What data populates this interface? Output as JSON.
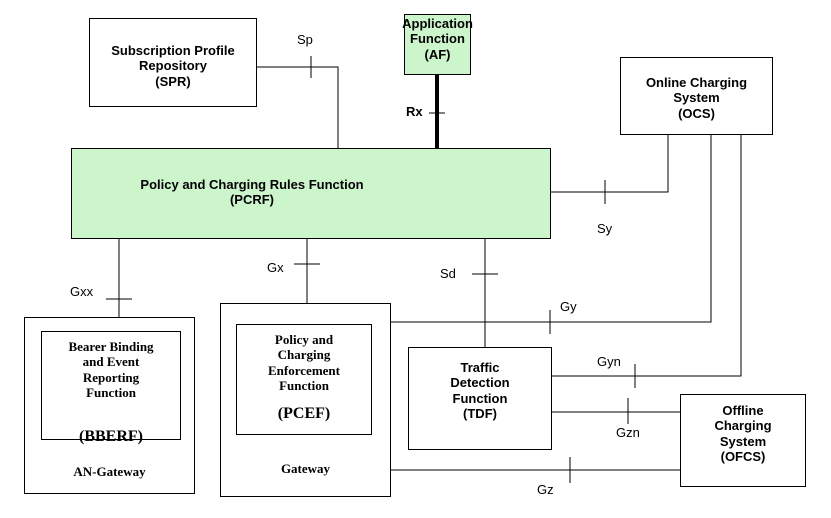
{
  "nodes": {
    "spr": "Subscription Profile Repository\n(SPR)",
    "af": "Application Function\n(AF)",
    "ocs": "Online Charging System\n(OCS)",
    "pcrf": "Policy and Charging Rules Function\n(PCRF)",
    "bberf": "Bearer Binding and Event Reporting Function",
    "bberf_abbr": "(BBERF)",
    "an_gateway": "AN-Gateway",
    "pcef": "Policy and Charging Enforcement Function",
    "pcef_abbr": "(PCEF)",
    "gateway": "Gateway",
    "tdf": "Traffic Detection Function\n(TDF)",
    "ofcs": "Offline Charging System\n(OFCS)"
  },
  "interfaces": {
    "sp": "Sp",
    "rx": "Rx",
    "sy": "Sy",
    "gx": "Gx",
    "gxx": "Gxx",
    "sd": "Sd",
    "gy": "Gy",
    "gyn": "Gyn",
    "gzn": "Gzn",
    "gz": "Gz"
  },
  "colors": {
    "highlight": "#ccf5cc",
    "line": "#000000"
  }
}
